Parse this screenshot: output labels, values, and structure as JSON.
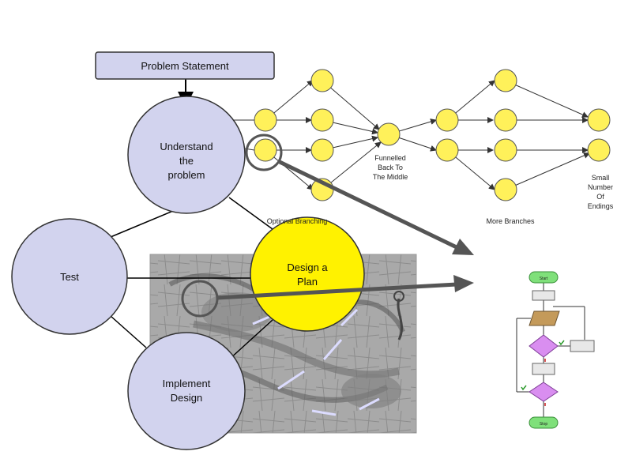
{
  "problem_statement": "Problem Statement",
  "cycle": {
    "understand": [
      "Understand",
      "the",
      "problem"
    ],
    "design": [
      "Design a",
      "Plan"
    ],
    "implement": [
      "Implement",
      "Design"
    ],
    "test": "Test"
  },
  "branch_labels": {
    "optional": "Optional Branching",
    "funnelled": [
      "Funnelled",
      "Back To",
      "The Middle"
    ],
    "more": "More Branches",
    "small": [
      "Small",
      "Number",
      "Of",
      "Endings"
    ]
  },
  "flowchart": {
    "start": "Start",
    "end": "Stop"
  },
  "colors": {
    "cycle_fill": "#d2d3ee",
    "node_fill": "#fff15a",
    "design_fill": "#fff200",
    "arrow": "#505050",
    "flow_green": "#7fe07a",
    "flow_purple": "#d98ef0"
  }
}
